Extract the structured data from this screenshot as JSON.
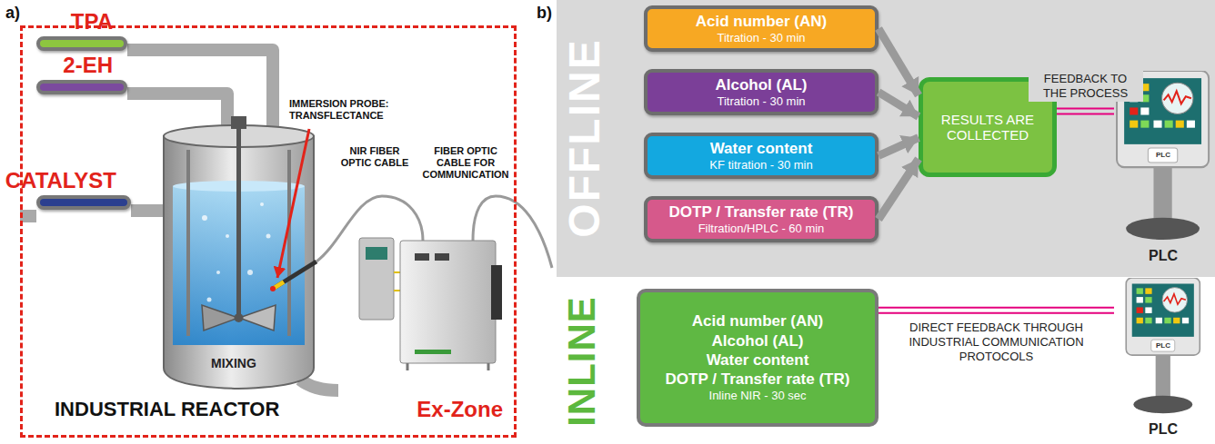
{
  "diagram": {
    "nodes": [
      {
        "text": [
          "Ex-Zone"
        ]
      },
      {
        "text": [
          "TPA"
        ],
        "in": 0
      },
      {
        "text": [
          "2-EH"
        ],
        "in": 0
      },
      {
        "text": [
          "CATALYST"
        ],
        "in": 0
      },
      {
        "text": [
          "OFFLINE"
        ]
      },
      {
        "text": [
          "Acid number (AN)",
          "Titration - 30 min"
        ],
        "in": 4
      },
      {
        "text": [
          "Alcohol (AL)",
          "Titration - 30 min"
        ],
        "in": 4
      },
      {
        "text": [
          "Water content",
          "KF titration - 30 min"
        ],
        "in": 4
      },
      {
        "text": [
          "DOTP / Transfer rate (TR)",
          "Filtration/HPLC - 60 min"
        ],
        "in": 4
      },
      {
        "text": [
          "RESULTS ARE COLLECTED"
        ],
        "in": 4
      },
      {
        "text": [
          "PLC"
        ],
        "in": 4
      },
      {
        "text": [
          "Acid number (AN)",
          "Alcohol (AL)",
          "Water content",
          "DOTP / Transfer rate (TR)",
          "Inline NIR - 30 sec"
        ]
      },
      {
        "text": [
          "PLC"
        ]
      }
    ],
    "edges": [
      {
        "from": 5,
        "to": 9,
        "arrow": "to"
      },
      {
        "from": 6,
        "to": 9,
        "arrow": "to"
      },
      {
        "from": 7,
        "to": 9,
        "arrow": "to"
      },
      {
        "from": 8,
        "to": 9,
        "arrow": "to"
      },
      {
        "from": 9,
        "to": 10,
        "arrow": "none",
        "label": "FEEDBACK TO THE PROCESS"
      },
      {
        "from": 11,
        "to": 12,
        "arrow": "none",
        "label": "DIRECT FEEDBACK THROUGH INDUSTRIAL COMMUNICATION PROTOCOLS"
      }
    ],
    "labels": [
      "a)",
      "b)",
      "IMMERSION PROBE: TRANSFLECTANCE",
      "NIR FIBER OPTIC CABLE",
      "FIBER OPTIC CABLE FOR COMMUNICATION",
      "MIXING",
      "INDUSTRIAL REACTOR",
      "INLINE",
      "PLC",
      "PLC"
    ]
  }
}
